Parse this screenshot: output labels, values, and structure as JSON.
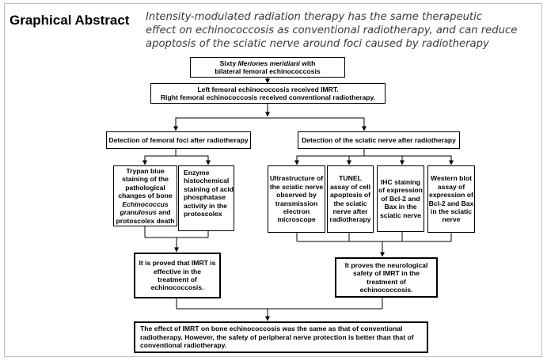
{
  "header": {
    "title": "Graphical Abstract",
    "subtitle_lines": [
      "Intensity-modulated radiation therapy has the same therapeutic",
      "effect on echinococcosis as conventional radiotherapy, and can reduce",
      "apoptosis of the sciatic nerve around foci caused by radiotherapy"
    ]
  },
  "flow": {
    "top": {
      "line1_prefix": "Sixty ",
      "line1_italic": "Meriones meridiani",
      "line1_suffix": " with",
      "line2": "bilateral femoral echinococcosis"
    },
    "treatment": {
      "line1": "Left femoral echinococcosis received IMRT.",
      "line2": "Right femoral echinococcosis received conventional radiotherapy."
    },
    "detect_femoral": "Detection of femoral foci after radiotherapy",
    "detect_nerve": "Detection of the sciatic nerve after radiotherapy",
    "trypan": {
      "lines_a": [
        "Trypan blue",
        "staining of the",
        "pathological",
        "changes of bone"
      ],
      "italic_lines": [
        "Echinococcus",
        "granulosus"
      ],
      "suffix": " and",
      "lines_b": [
        "protoscolex death"
      ]
    },
    "enzyme": [
      "Enzyme",
      "histochemical",
      "staining of acid",
      "phosphatase",
      "activity in the",
      "protoscolex"
    ],
    "ultra": [
      "Ultrastructure of",
      "the sciatic nerve",
      "observed by",
      "transmission",
      "electron",
      "microscope"
    ],
    "tunel": [
      "TUNEL",
      "assay of cell",
      "apoptosis of",
      "the sciatic",
      "nerve after",
      "radiotherapy"
    ],
    "ihc": [
      "IHC staining",
      "of expression",
      "of Bcl-2 and",
      "Bax in the",
      "sciatic nerve"
    ],
    "western": [
      "Western blot",
      "assay of",
      "expression of",
      "Bcl-2 and Bax",
      "in the sciatic",
      "nerve"
    ],
    "proved_left": [
      "It is proved that IMRT is",
      "effective in the",
      "treatment of",
      "echinococcosis."
    ],
    "proved_right": [
      "It proves the neurological",
      "safety of IMRT in the",
      "treatment of",
      "echinococcosis."
    ],
    "conclusion": [
      "The effect of IMRT on bone echinococcosis was the same as that of conventional",
      "radiotherapy. However, the safety of peripheral nerve protection is better than that of",
      "conventional radiotherapy."
    ]
  }
}
